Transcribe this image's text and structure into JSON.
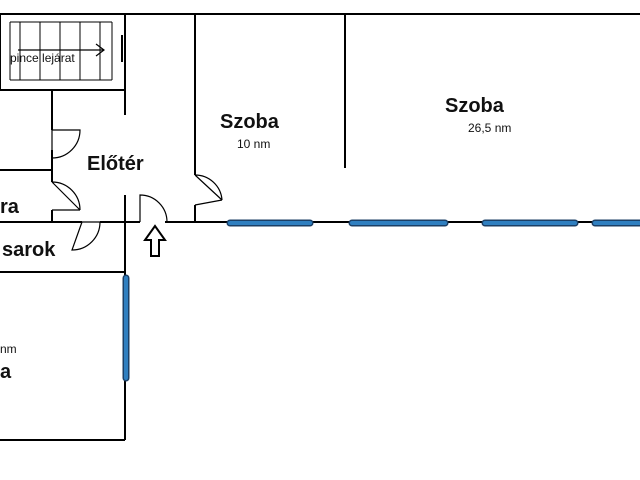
{
  "rooms": [
    {
      "name": "Szoba",
      "area": "10 nm"
    },
    {
      "name": "Szoba",
      "area": "26,5 nm"
    }
  ],
  "labels": {
    "entrance_hall": "Előtér",
    "cellar": "pince lejárat",
    "left_partial_upper": "ra",
    "left_partial_corner": "sarok",
    "left_partial_bottom_area": "nm",
    "left_partial_bottom_name": "a"
  },
  "colors": {
    "wall": "#000000",
    "window": "#2f7fc0",
    "window_outline": "#1b3f66"
  },
  "entrance_arrow": "arrow-up-icon"
}
